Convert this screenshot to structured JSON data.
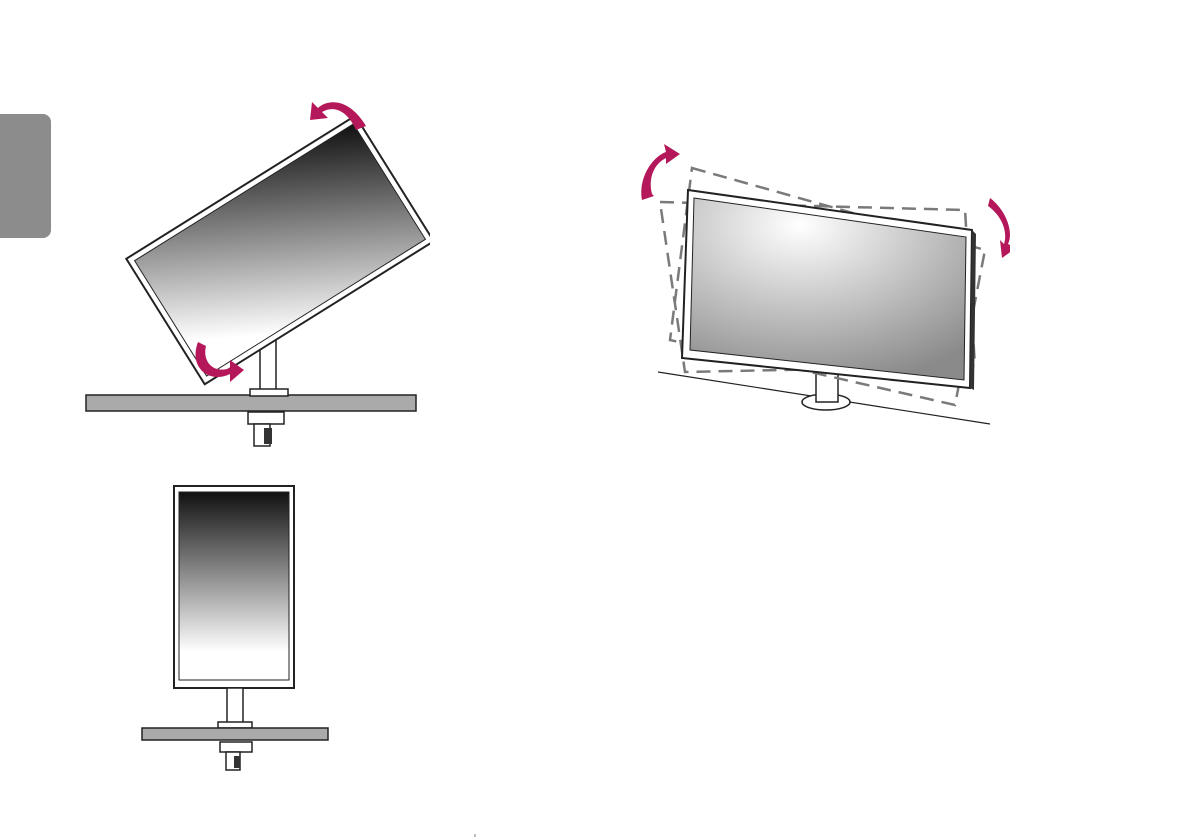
{
  "page": {
    "side_tab_color": "#8c8c8c",
    "accent_color": "#b5185a",
    "figures": [
      {
        "name": "monitor-rotating-figure",
        "icons": [
          "rotate-ccw-arrow-icon",
          "rotate-cw-arrow-icon"
        ]
      },
      {
        "name": "monitor-portrait-figure",
        "icons": []
      },
      {
        "name": "monitor-swivel-figure",
        "icons": [
          "rotate-arrow-left-icon",
          "rotate-arrow-right-icon"
        ]
      }
    ]
  }
}
